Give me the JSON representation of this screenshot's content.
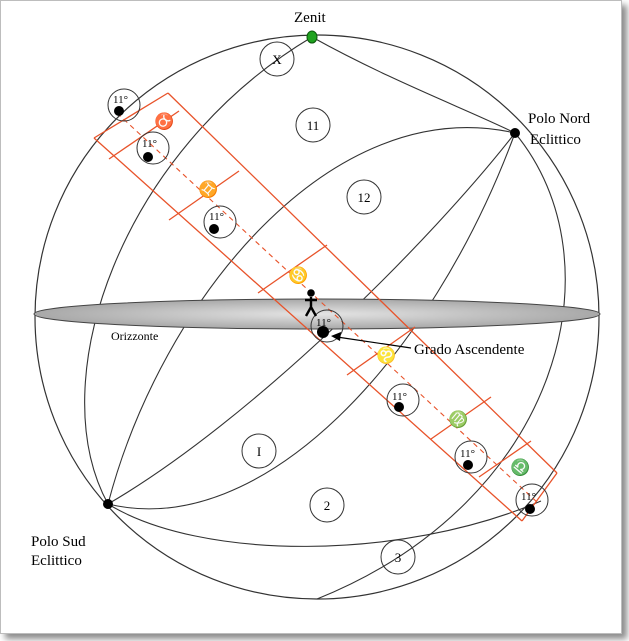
{
  "labels": {
    "zenith": "Zenit",
    "north_pole_line1": "Polo Nord",
    "north_pole_line2": "Eclittico",
    "south_pole_line1": "Polo Sud",
    "south_pole_line2": "Eclittico",
    "horizon": "Orizzonte",
    "ascendant": "Grado Ascendente"
  },
  "houses": [
    "X",
    "11",
    "12",
    "I",
    "2",
    "3"
  ],
  "degree_markers": [
    "11°",
    "11°",
    "11°",
    "11°",
    "11°",
    "11°",
    "11°"
  ],
  "zodiac_signs": [
    {
      "name": "taurus",
      "glyph": "♉"
    },
    {
      "name": "gemini",
      "glyph": "♊"
    },
    {
      "name": "cancer",
      "glyph": "♋"
    },
    {
      "name": "leo",
      "glyph": "♌"
    },
    {
      "name": "virgo",
      "glyph": "♍"
    },
    {
      "name": "libra",
      "glyph": "♎"
    }
  ],
  "colors": {
    "ecliptic_band": "#e8532a",
    "zenith_dot": "#1fa21f",
    "horizon_fill": "#c8c8c8",
    "lines": "#333333"
  }
}
